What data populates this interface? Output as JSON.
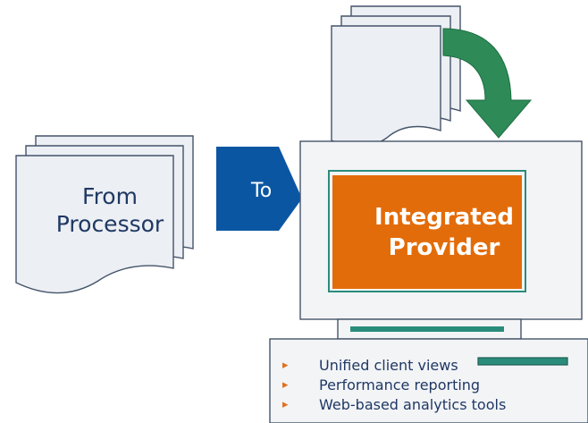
{
  "source_label": {
    "line1": "From",
    "line2": "Processor"
  },
  "arrow_label": "To",
  "provider_label": {
    "line1": "Integrated",
    "line2": "Provider"
  },
  "features": [
    {
      "label": "Unified client views"
    },
    {
      "label": "Performance reporting"
    },
    {
      "label": "Web-based analytics tools"
    }
  ],
  "bullet_glyph": "▸",
  "colors": {
    "paper": "#eceff3",
    "stroke": "#44546a",
    "arrow_blue": "#0b56a3",
    "arrow_green": "#2e8b57",
    "screen_orange": "#e36c0a",
    "screen_frame": "#f3f4f6",
    "slot_teal": "#2a8c7a",
    "text_navy": "#1f3864",
    "bullet_orange": "#e07020"
  }
}
